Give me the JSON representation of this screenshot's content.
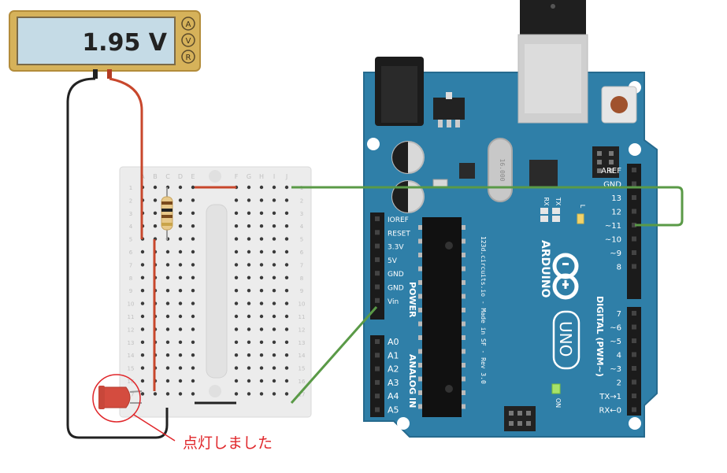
{
  "multimeter": {
    "reading": "1.95 V",
    "modes": [
      "A",
      "V",
      "R"
    ]
  },
  "breadboard": {
    "column_letters": [
      "A",
      "B",
      "C",
      "D",
      "E",
      "F",
      "G",
      "H",
      "I",
      "J"
    ],
    "row_numbers": [
      "1",
      "2",
      "3",
      "4",
      "5",
      "6",
      "7",
      "8",
      "9",
      "10",
      "11",
      "12",
      "13",
      "14",
      "15",
      "16",
      "17"
    ]
  },
  "arduino": {
    "brand": "ARDUINO",
    "model": "UNO",
    "site_text": "123d.circuits.io - Made in SF - Rev 3.0",
    "crystal": "16.000",
    "led_labels": {
      "rx": "RX",
      "tx": "TX",
      "l": "L",
      "on": "ON"
    },
    "power_header_title": "POWER",
    "power_pins": [
      "IOREF",
      "RESET",
      "3.3V",
      "5V",
      "GND",
      "GND",
      "Vin"
    ],
    "analog_header_title": "ANALOG IN",
    "analog_pins": [
      "A0",
      "A1",
      "A2",
      "A3",
      "A4",
      "A5"
    ],
    "digital_header_title": "DIGITAL (PWM~)",
    "digital_pins_top": [
      "AREF",
      "GND",
      "13",
      "12",
      "~11",
      "~10",
      "~9",
      "8"
    ],
    "digital_pins_bottom": [
      "7",
      "~6",
      "~5",
      "4",
      "~3",
      "2",
      "TX→1",
      "RX←0"
    ]
  },
  "annotation": {
    "text": "点灯しました",
    "color": "#e0262a"
  },
  "colors": {
    "board": "#2f7fa8",
    "breadboard": "#eeeeee",
    "wire_green": "#5a9a47",
    "wire_red": "#c8472c",
    "wire_black": "#222222",
    "meter_frame": "#d6b25a"
  }
}
